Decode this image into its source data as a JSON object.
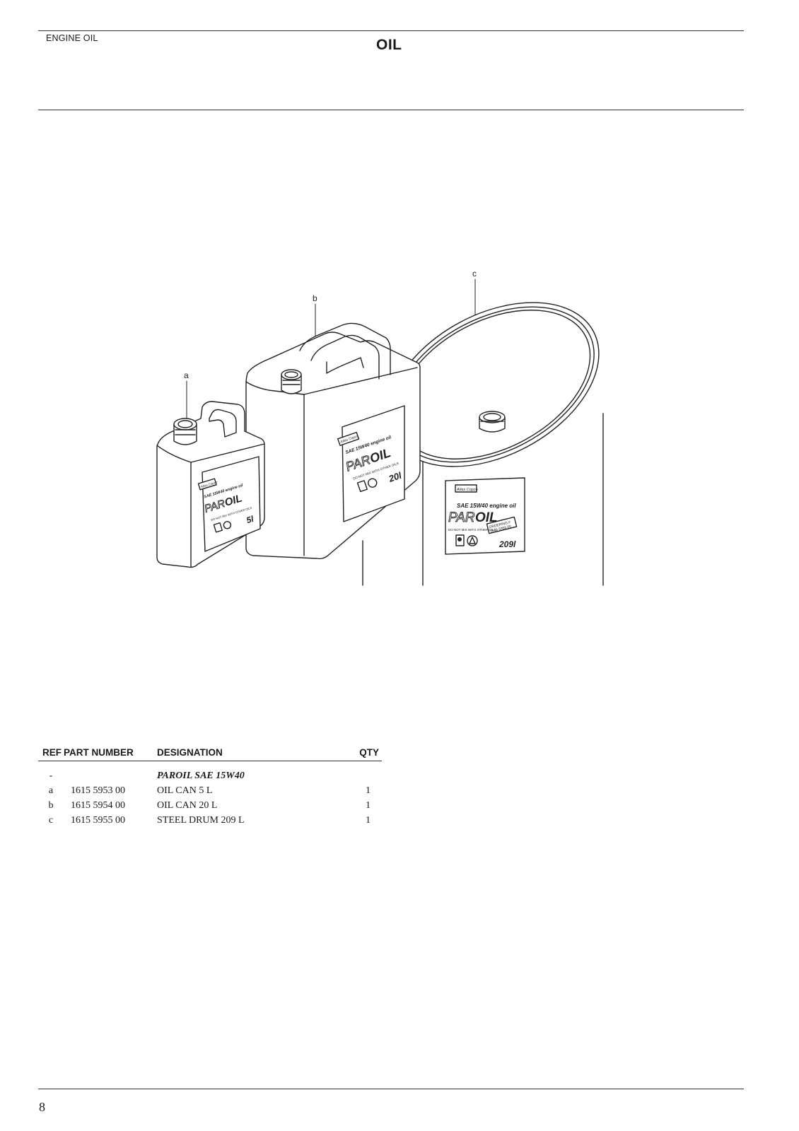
{
  "header": {
    "section": "ENGINE OIL",
    "title": "OIL"
  },
  "figure": {
    "callouts": {
      "a": "a",
      "b": "b",
      "c": "c"
    },
    "labels": {
      "brand": "Atlas Copco",
      "grade": "SAE 15W40 engine oil",
      "par": "PAR",
      "oil": "OIL",
      "ordering": "ORDERING #",
      "ordering_no": "1615 5955 00",
      "warning": "DO NOT MIX WITH OTHER OILS",
      "vol_a": "5l",
      "vol_b": "20l",
      "vol_c": "209l"
    }
  },
  "table": {
    "headers": {
      "ref": "REF",
      "part_number": "PART NUMBER",
      "designation": "DESIGNATION",
      "qty": "QTY"
    },
    "rows": [
      {
        "ref": "-",
        "part_number": "",
        "designation": "PAROIL SAE 15W40",
        "qty": ""
      },
      {
        "ref": "a",
        "part_number": "1615 5953 00",
        "designation": "OIL CAN 5 L",
        "qty": "1"
      },
      {
        "ref": "b",
        "part_number": "1615 5954 00",
        "designation": "OIL CAN 20 L",
        "qty": "1"
      },
      {
        "ref": "c",
        "part_number": "1615 5955 00",
        "designation": "STEEL DRUM 209 L",
        "qty": "1"
      }
    ]
  },
  "footer": {
    "page_number": "8"
  }
}
